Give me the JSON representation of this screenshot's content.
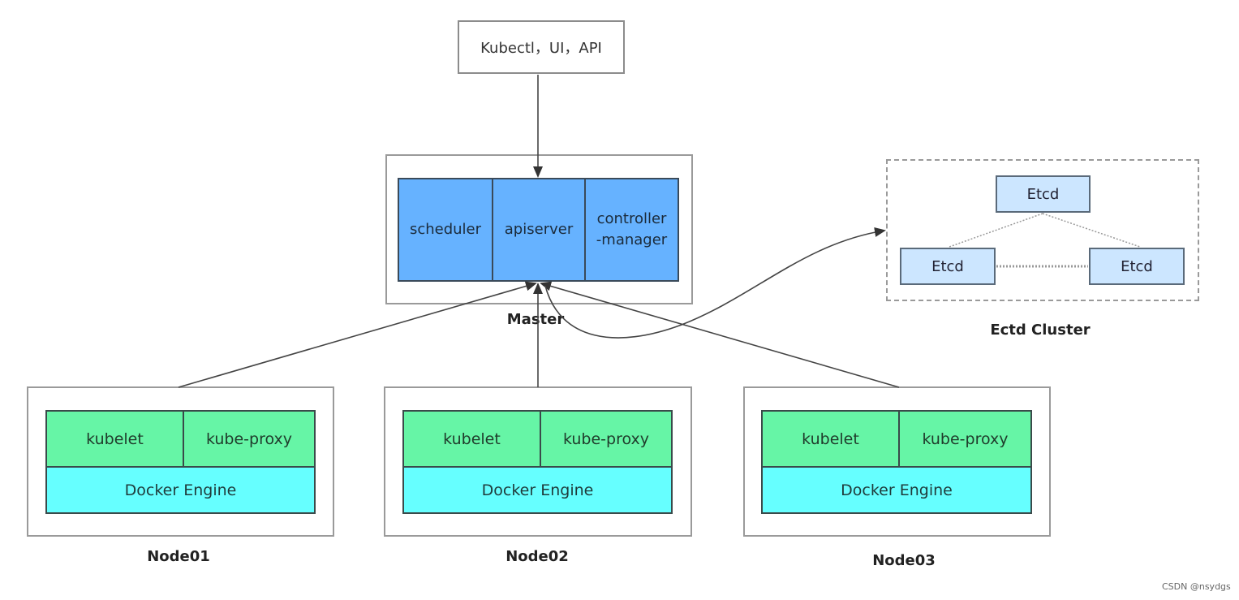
{
  "client": {
    "label": "Kubectl，UI，API"
  },
  "master": {
    "caption": "Master",
    "components": [
      "scheduler",
      "apiserver",
      "controller\n-manager"
    ]
  },
  "etcd_cluster": {
    "caption": "Ectd Cluster",
    "nodes": [
      "Etcd",
      "Etcd",
      "Etcd"
    ]
  },
  "nodes": [
    {
      "caption": "Node01",
      "kubelet": "kubelet",
      "proxy": "kube-proxy",
      "engine": "Docker Engine"
    },
    {
      "caption": "Node02",
      "kubelet": "kubelet",
      "proxy": "kube-proxy",
      "engine": "Docker Engine"
    },
    {
      "caption": "Node03",
      "kubelet": "kubelet",
      "proxy": "kube-proxy",
      "engine": "Docker Engine"
    }
  ],
  "watermark": "CSDN @nsydgs"
}
